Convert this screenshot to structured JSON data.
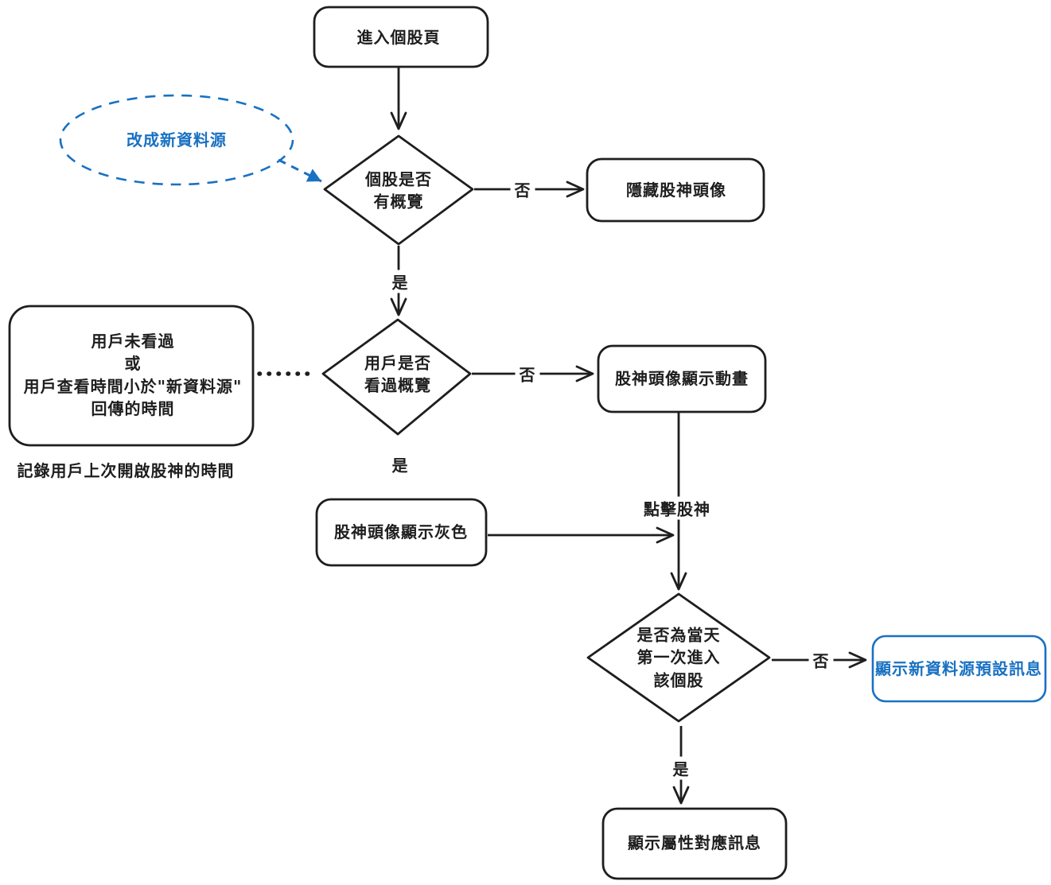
{
  "colors": {
    "stroke": "#1e1e1e",
    "accent_blue": "#1971c2",
    "background": "#ffffff"
  },
  "nodes": {
    "start": {
      "label": "進入個股頁"
    },
    "decision_has_overview": {
      "label": "個股是否\n有概覽"
    },
    "hide_avatar": {
      "label": "隱藏股神頭像"
    },
    "decision_user_seen": {
      "label": "用戶是否\n看過概覽"
    },
    "condition_note_box": {
      "label": "用戶未看過\n或\n用戶查看時間小於\"新資料源\"\n回傳的時間"
    },
    "record_time_note": {
      "label": "記錄用戶上次開啟股神的時間"
    },
    "avatar_animation": {
      "label": "股神頭像顯示動畫"
    },
    "avatar_gray": {
      "label": "股神頭像顯示灰色"
    },
    "decision_first_time_today": {
      "label": "是否為當天\n第一次進入\n該個股"
    },
    "show_new_source_default": {
      "label": "顯示新資料源預設訊息"
    },
    "show_attribute_message": {
      "label": "顯示屬性對應訊息"
    },
    "annotation_new_source": {
      "label": "改成新資料源"
    }
  },
  "edges": {
    "no1": "否",
    "yes1": "是",
    "no2": "否",
    "yes2": "是",
    "click_stock_god": "點擊股神",
    "no3": "否",
    "yes3": "是"
  }
}
